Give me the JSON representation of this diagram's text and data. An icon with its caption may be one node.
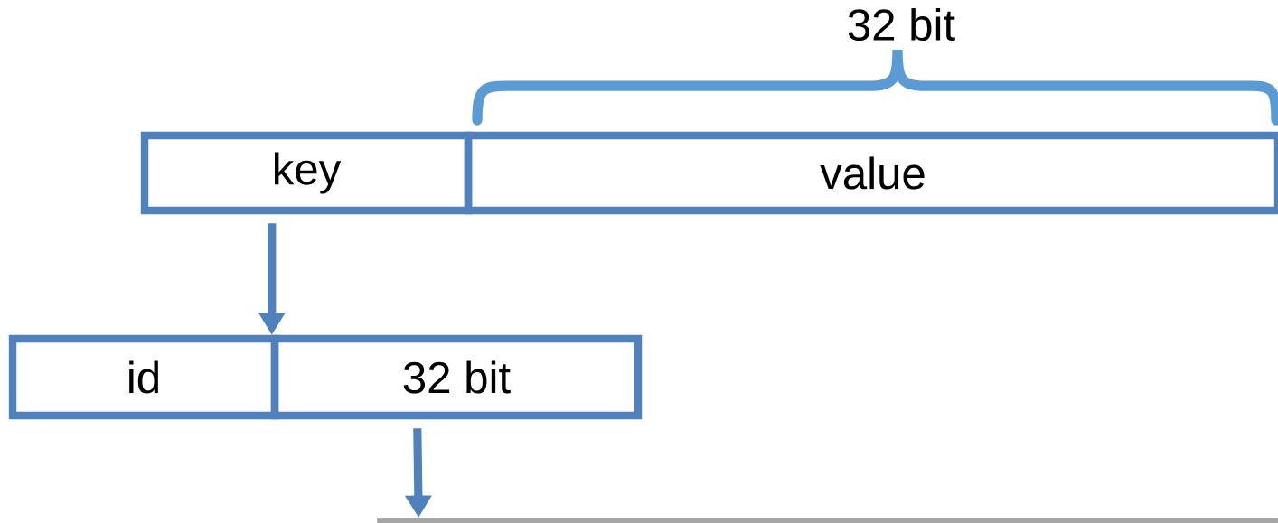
{
  "diagram": {
    "nodes": [
      {
        "text": [
          "key"
        ]
      },
      {
        "text": [
          "value"
        ]
      },
      {
        "text": [
          "id"
        ]
      },
      {
        "text": [
          "32 bit"
        ]
      },
      {
        "text": [],
        "shape": "box"
      }
    ],
    "edges": [
      {
        "from": 0,
        "to": 2,
        "arrow": "to"
      },
      {
        "from": 3,
        "to": 4,
        "arrow": "to"
      }
    ],
    "labels": [
      "32 bit"
    ]
  }
}
